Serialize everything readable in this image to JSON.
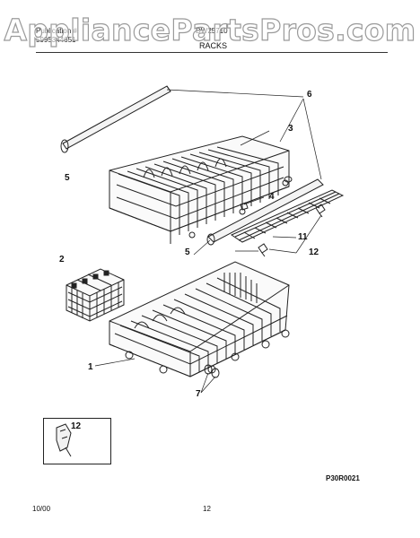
{
  "header": {
    "publication_label": "Publication #",
    "model_label": "5995344651",
    "model_no": "DW25710",
    "section_title": "RACKS"
  },
  "watermark": "AppliancePartsPros.com",
  "callouts": {
    "c1": "1",
    "c2": "2",
    "c3": "3",
    "c4": "4",
    "c5a": "5",
    "c5b": "5",
    "c6": "6",
    "c7": "7",
    "c11": "11",
    "c12a": "12",
    "c12b": "12"
  },
  "figure_ref": "P30R0021",
  "footer": {
    "date": "10/00",
    "page": "12"
  },
  "colors": {
    "line": "#222222",
    "watermark_stroke": "#9a9a9a"
  }
}
